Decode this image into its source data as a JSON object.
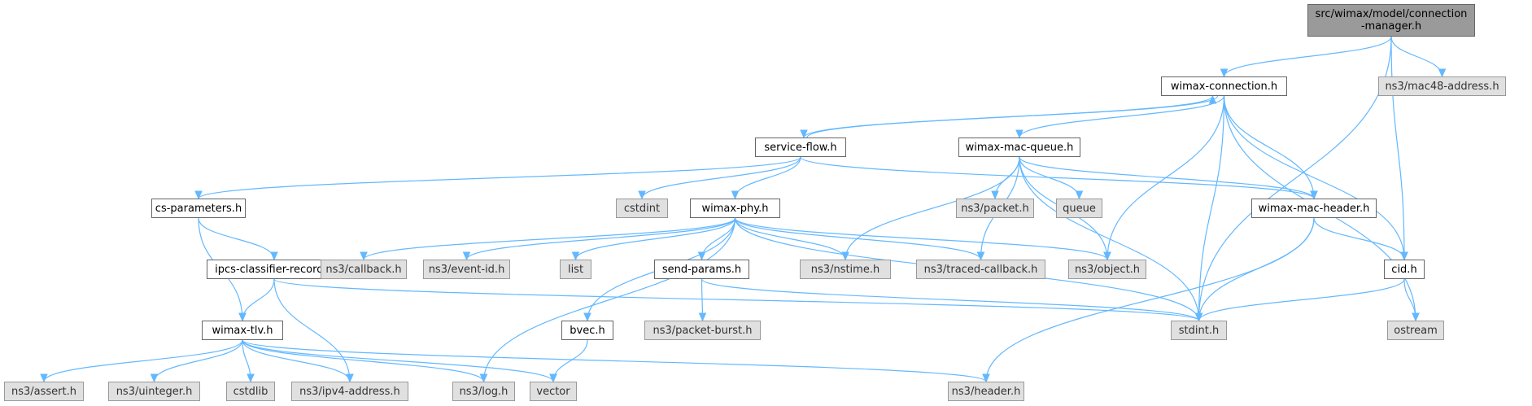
{
  "graph": {
    "edge_color": "#63b8ff",
    "root_fill": "#9a9a9a",
    "external_fill": "#e0e0e0",
    "local_fill": "#ffffff",
    "nodes": [
      {
        "id": "root",
        "label": "src/wimax/model/connection\n-manager.h",
        "kind": "root"
      },
      {
        "id": "wconn",
        "label": "wimax-connection.h",
        "kind": "local"
      },
      {
        "id": "mac48",
        "label": "ns3/mac48-address.h",
        "kind": "ext"
      },
      {
        "id": "sflow",
        "label": "service-flow.h",
        "kind": "local"
      },
      {
        "id": "wmq",
        "label": "wimax-mac-queue.h",
        "kind": "local"
      },
      {
        "id": "csparam",
        "label": "cs-parameters.h",
        "kind": "local"
      },
      {
        "id": "cstdint",
        "label": "cstdint",
        "kind": "ext"
      },
      {
        "id": "wphy",
        "label": "wimax-phy.h",
        "kind": "local"
      },
      {
        "id": "packet",
        "label": "ns3/packet.h",
        "kind": "ext"
      },
      {
        "id": "queue",
        "label": "queue",
        "kind": "ext"
      },
      {
        "id": "wmh",
        "label": "wimax-mac-header.h",
        "kind": "local"
      },
      {
        "id": "ipcs",
        "label": "ipcs-classifier-record.h",
        "kind": "local"
      },
      {
        "id": "callback",
        "label": "ns3/callback.h",
        "kind": "ext"
      },
      {
        "id": "eventid",
        "label": "ns3/event-id.h",
        "kind": "ext"
      },
      {
        "id": "list",
        "label": "list",
        "kind": "ext"
      },
      {
        "id": "sendp",
        "label": "send-params.h",
        "kind": "local"
      },
      {
        "id": "nstime",
        "label": "ns3/nstime.h",
        "kind": "ext"
      },
      {
        "id": "tcb",
        "label": "ns3/traced-callback.h",
        "kind": "ext"
      },
      {
        "id": "object",
        "label": "ns3/object.h",
        "kind": "ext"
      },
      {
        "id": "cid",
        "label": "cid.h",
        "kind": "local"
      },
      {
        "id": "tlv",
        "label": "wimax-tlv.h",
        "kind": "local"
      },
      {
        "id": "bvec",
        "label": "bvec.h",
        "kind": "local"
      },
      {
        "id": "pburst",
        "label": "ns3/packet-burst.h",
        "kind": "ext"
      },
      {
        "id": "stdint",
        "label": "stdint.h",
        "kind": "ext"
      },
      {
        "id": "ostream",
        "label": "ostream",
        "kind": "ext"
      },
      {
        "id": "assert",
        "label": "ns3/assert.h",
        "kind": "ext"
      },
      {
        "id": "uinteger",
        "label": "ns3/uinteger.h",
        "kind": "ext"
      },
      {
        "id": "cstdlib",
        "label": "cstdlib",
        "kind": "ext"
      },
      {
        "id": "ipv4",
        "label": "ns3/ipv4-address.h",
        "kind": "ext"
      },
      {
        "id": "log",
        "label": "ns3/log.h",
        "kind": "ext"
      },
      {
        "id": "vector",
        "label": "vector",
        "kind": "ext"
      },
      {
        "id": "header",
        "label": "ns3/header.h",
        "kind": "ext"
      }
    ],
    "edges": [
      [
        "root",
        "wconn"
      ],
      [
        "root",
        "mac48"
      ],
      [
        "root",
        "cid"
      ],
      [
        "root",
        "stdint"
      ],
      [
        "wconn",
        "sflow"
      ],
      [
        "wconn",
        "wmq"
      ],
      [
        "wconn",
        "wmh"
      ],
      [
        "wconn",
        "object"
      ],
      [
        "wconn",
        "stdint"
      ],
      [
        "wconn",
        "cid"
      ],
      [
        "wconn",
        "ostream"
      ],
      [
        "sflow",
        "wconn"
      ],
      [
        "sflow",
        "csparam"
      ],
      [
        "sflow",
        "cstdint"
      ],
      [
        "sflow",
        "wphy"
      ],
      [
        "sflow",
        "wmh"
      ],
      [
        "wmq",
        "packet"
      ],
      [
        "wmq",
        "queue"
      ],
      [
        "wmq",
        "wmh"
      ],
      [
        "wmq",
        "nstime"
      ],
      [
        "wmq",
        "tcb"
      ],
      [
        "wmq",
        "object"
      ],
      [
        "wmq",
        "stdint"
      ],
      [
        "csparam",
        "ipcs"
      ],
      [
        "csparam",
        "tlv"
      ],
      [
        "wphy",
        "callback"
      ],
      [
        "wphy",
        "eventid"
      ],
      [
        "wphy",
        "list"
      ],
      [
        "wphy",
        "sendp"
      ],
      [
        "wphy",
        "nstime"
      ],
      [
        "wphy",
        "tcb"
      ],
      [
        "wphy",
        "object"
      ],
      [
        "wphy",
        "bvec"
      ],
      [
        "wphy",
        "log"
      ],
      [
        "wphy",
        "stdint"
      ],
      [
        "wmh",
        "cid"
      ],
      [
        "wmh",
        "stdint"
      ],
      [
        "wmh",
        "header"
      ],
      [
        "ipcs",
        "tlv"
      ],
      [
        "ipcs",
        "ipv4"
      ],
      [
        "ipcs",
        "stdint"
      ],
      [
        "sendp",
        "pburst"
      ],
      [
        "sendp",
        "stdint"
      ],
      [
        "bvec",
        "vector"
      ],
      [
        "cid",
        "stdint"
      ],
      [
        "cid",
        "ostream"
      ],
      [
        "tlv",
        "assert"
      ],
      [
        "tlv",
        "uinteger"
      ],
      [
        "tlv",
        "cstdlib"
      ],
      [
        "tlv",
        "ipv4"
      ],
      [
        "tlv",
        "log"
      ],
      [
        "tlv",
        "vector"
      ],
      [
        "tlv",
        "header"
      ]
    ]
  }
}
